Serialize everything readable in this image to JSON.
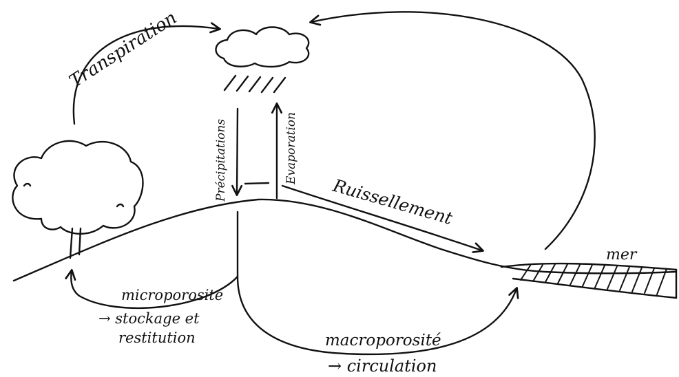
{
  "labels": {
    "transpiration": "Transpiration",
    "precipitations": "Précipitations",
    "evaporation": "Evaporation",
    "ruissellement": "Ruissellement",
    "mer": "mer",
    "microporosite": "microporosité",
    "stockage_line1": "→ stockage et",
    "stockage_line2": "restitution",
    "macroporosite": "macroporosité",
    "circulation": "→ circulation"
  },
  "colors": {
    "ink": "#111111",
    "background": "#ffffff"
  }
}
